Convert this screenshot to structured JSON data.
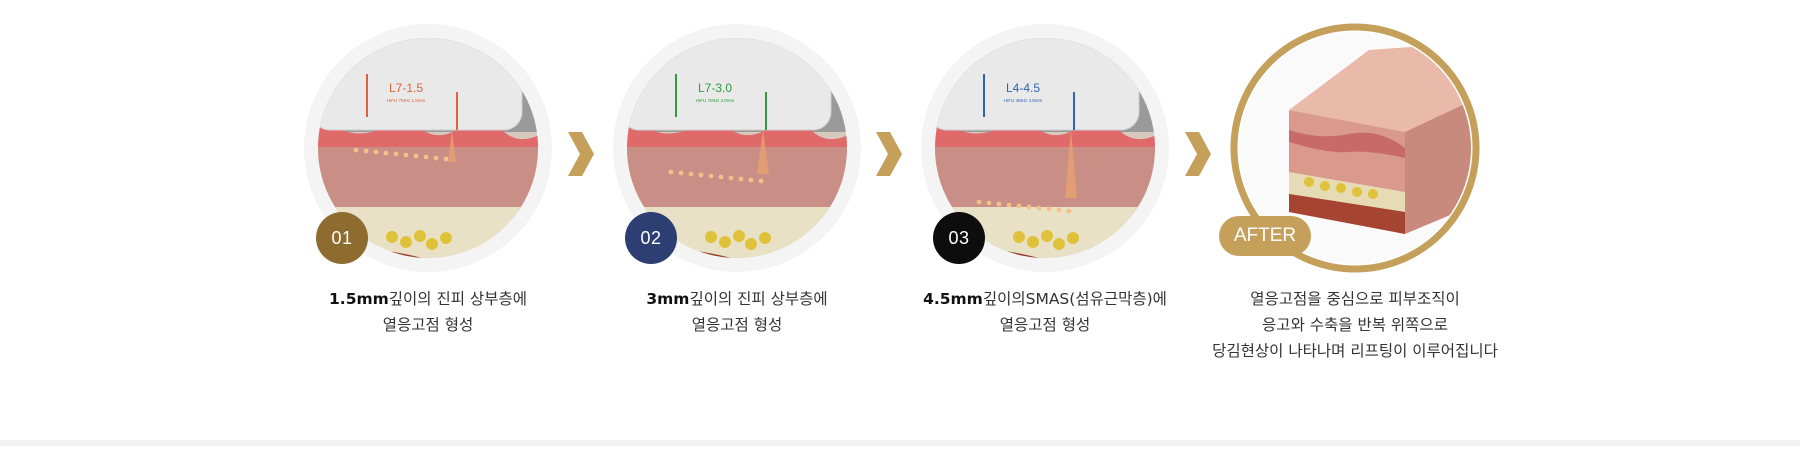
{
  "steps": [
    {
      "badge": "01",
      "badge_color": "#8e6b2e",
      "device_label": "L7-1.5",
      "device_sub": "HIFU 7MHz 1.5mm",
      "accent": "#e1623a",
      "caption_bold": "1.5mm",
      "caption_line1_rest": "깊이의 진피 상부층에",
      "caption_line2": "열응고점 형성"
    },
    {
      "badge": "02",
      "badge_color": "#2c3e72",
      "device_label": "L7-3.0",
      "device_sub": "HIFU 7MHz 3.0mm",
      "accent": "#2e9b3f",
      "caption_bold": "3mm",
      "caption_line1_rest": "깊이의 진피 상부층에",
      "caption_line2": "열응고점 형성"
    },
    {
      "badge": "03",
      "badge_color": "#0d0d0d",
      "device_label": "L4-4.5",
      "device_sub": "HIFU 4MHz 4.5mm",
      "accent": "#2f62b5",
      "caption_bold": "4.5mm",
      "caption_line1_rest": "깊이의SMAS(섬유근막층)에",
      "caption_line2": "열응고점 형성"
    }
  ],
  "after": {
    "badge": "AFTER",
    "badge_color": "#c4a05b",
    "ring_color": "#c4a05b",
    "caption_lines": [
      "열응고점을 중심으로 피부조직이",
      "응고와 수축을 반복 위쪽으로",
      "당김현상이 나타나며 리프팅이 이루어집니다"
    ]
  },
  "arrow_color": "#c4a05b"
}
